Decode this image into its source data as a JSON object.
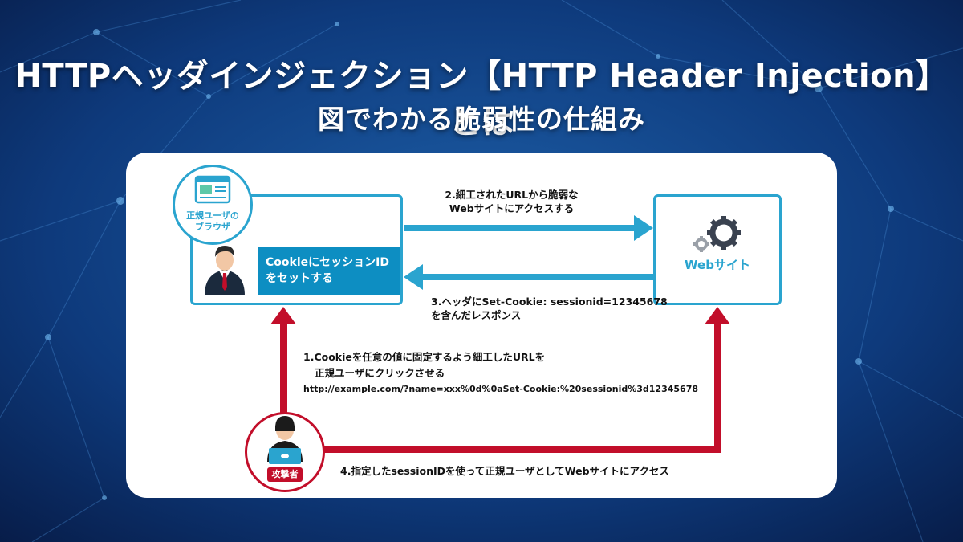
{
  "header": {
    "title": "HTTPヘッダインジェクション【HTTP Header Injection】とは",
    "subtitle": "図でわかる脆弱性の仕組み"
  },
  "diagram": {
    "browser": {
      "label_line1": "正規ユーザの",
      "label_line2": "ブラウザ"
    },
    "cookie_box": {
      "line1": "CookieにセッションID",
      "line2": "をセットする"
    },
    "website": {
      "label": "Webサイト"
    },
    "attacker": {
      "label": "攻撃者"
    },
    "steps": {
      "step2_line1": "2.細工されたURLから脆弱な",
      "step2_line2": "Webサイトにアクセスする",
      "step3_line1": "3.ヘッダにSet-Cookie: sessionid=12345678",
      "step3_line2": "を含んだレスポンス",
      "step1_line1": "1.Cookieを任意の値に固定するよう細工したURLを",
      "step1_line2": "正規ユーザにクリックさせる",
      "step1_url": "http://example.com/?name=xxx%0d%0aSet-Cookie:%20sessionid%3d12345678",
      "step4": "4.指定したsessionIDを使って正規ユーザとしてWebサイトにアクセス"
    }
  },
  "colors": {
    "blue": "#2aa4cf",
    "dark_blue": "#0d8ec2",
    "red": "#c20e2a",
    "bg": "#0b2a63"
  }
}
